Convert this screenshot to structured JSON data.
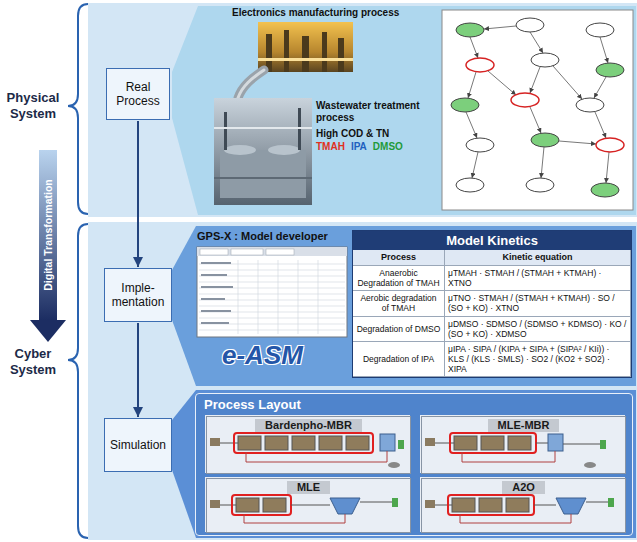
{
  "diagram": {
    "nodes": [
      {
        "text": [
          "Real Process"
        ]
      },
      {
        "text": [
          "Imple-mentation"
        ]
      },
      {
        "text": [
          "Simulation"
        ]
      },
      {
        "text": [
          "Digital Transformation"
        ]
      },
      {
        "text": [
          "Model Kinetics"
        ]
      },
      {
        "text": [
          "Process Layout"
        ]
      },
      {
        "text": [
          "Bardenpho-MBR"
        ],
        "in": 5
      },
      {
        "text": [
          "MLE-MBR"
        ],
        "in": 5
      },
      {
        "text": [
          "MLE"
        ],
        "in": 5
      },
      {
        "text": [
          "A2O"
        ],
        "in": 5
      }
    ],
    "edges": [
      {
        "from": 0,
        "to": 1,
        "arrow": "to"
      },
      {
        "from": 1,
        "to": 2,
        "arrow": "to"
      }
    ],
    "labels": [
      "Physical System",
      "Cyber System",
      "Electronics manufacturing process",
      "Wastewater treatment process",
      "High COD & TN",
      "TMAH",
      "IPA",
      "DMSO",
      "GPS-X : Model developer",
      "e-ASM",
      "Process",
      "Kinetic equation",
      "Anaerobic Degradation of TMAH",
      "μTMAH · STMAH / (STMAH + KTMAH) · XTNO",
      "Aerobic degradation of TMAH",
      "μTNO · STMAH / (STMAH + KTMAH) · SO / (SO + KO) · XTNO",
      "Degradation of DMSO",
      "μDMSO · SDMSO / (SDMSO + KDMSO) · KO / (SO + KO) · XDMSO",
      "Degradation of IPA",
      "μIPA · SIPA / (KIPA + SIPA + (SIPA² / KIi)) · KLS / (KLS · SMLS) · SO2 / (KO2 + SO2) · XIPA"
    ]
  }
}
